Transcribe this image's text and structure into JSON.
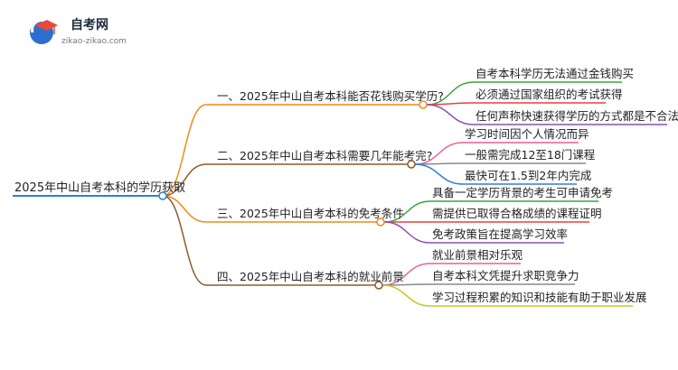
{
  "logo": {
    "name": "自考网",
    "url_text": "zikao-zikao.com"
  },
  "mindmap": {
    "root": "2025年中山自考本科的学历获取",
    "branches": [
      {
        "label": "一、2025年中山自考本科能否花钱购买学历?",
        "color": "#f08a1c",
        "children": [
          {
            "label": "自考本科学历无法通过金钱购买",
            "color": "#3aa63a"
          },
          {
            "label": "必须通过国家组织的考试获得",
            "color": "#e8413c"
          },
          {
            "label": "任何声称快速获得学历的方式都是不合法的",
            "color": "#8e4fb3"
          }
        ]
      },
      {
        "label": "二、2025年中山自考本科需要几年能考完?",
        "color": "#8b5a2b",
        "children": [
          {
            "label": "学习时间因个人情况而异",
            "color": "#e85d9a"
          },
          {
            "label": "一般需完成12至18门课程",
            "color": "#8a8a8a"
          },
          {
            "label": "最快可在1.5到2年内完成",
            "color": "#2f7fd6"
          }
        ]
      },
      {
        "label": "三、2025年中山自考本科的免考条件",
        "color": "#f08a1c",
        "children": [
          {
            "label": "具备一定学历背景的考生可申请免考",
            "color": "#3aa63a"
          },
          {
            "label": "需提供已取得合格成绩的课程证明",
            "color": "#e8413c"
          },
          {
            "label": "免考政策旨在提高学习效率",
            "color": "#8e4fb3"
          }
        ]
      },
      {
        "label": "四、2025年中山自考本科的就业前景",
        "color": "#8b5a2b",
        "children": [
          {
            "label": "就业前景相对乐观",
            "color": "#e85d9a"
          },
          {
            "label": "自考本科文凭提升求职竞争力",
            "color": "#8a8a8a"
          },
          {
            "label": "学习过程积累的知识和技能有助于职业发展",
            "color": "#c7c81f"
          }
        ]
      }
    ]
  }
}
